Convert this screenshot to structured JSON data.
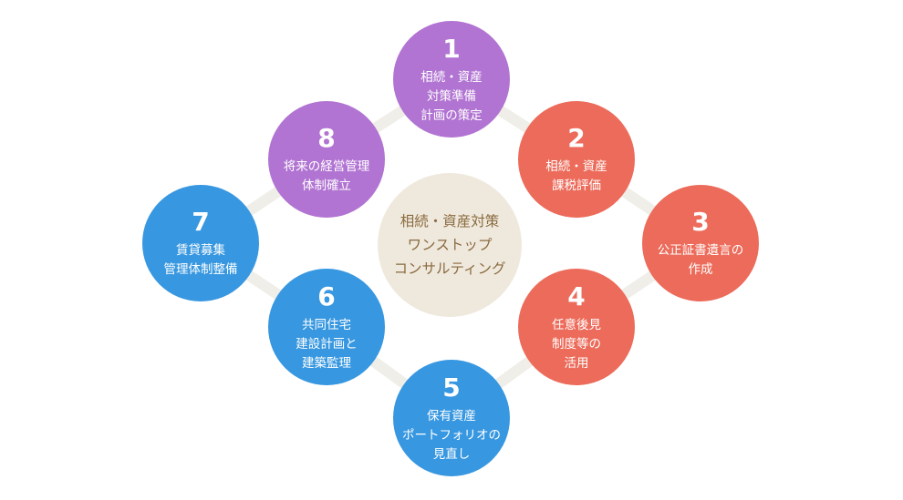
{
  "colors": {
    "purple": "#B174D2",
    "coral": "#EC6B5A",
    "blue": "#3797E0",
    "center_bg": "#EFE9DD",
    "center_text": "#8A6A3F",
    "connector": "#F0EEE8"
  },
  "center": {
    "label": "相続・資産対策\nワンストップ\nコンサルティング"
  },
  "steps": [
    {
      "number": "1",
      "label": "相続・資産\n対策準備\n計画の策定",
      "color": "purple"
    },
    {
      "number": "2",
      "label": "相続・資産\n課税評価",
      "color": "coral"
    },
    {
      "number": "3",
      "label": "公正証書遺言の\n作成",
      "color": "coral"
    },
    {
      "number": "4",
      "label": "任意後見\n制度等の\n活用",
      "color": "coral"
    },
    {
      "number": "5",
      "label": "保有資産\nポートフォリオの\n見直し",
      "color": "blue"
    },
    {
      "number": "6",
      "label": "共同住宅\n建設計画と\n建築監理",
      "color": "blue"
    },
    {
      "number": "7",
      "label": "賃貸募集\n管理体制整備",
      "color": "blue"
    },
    {
      "number": "8",
      "label": "将来の経営管理\n体制確立",
      "color": "purple"
    }
  ]
}
